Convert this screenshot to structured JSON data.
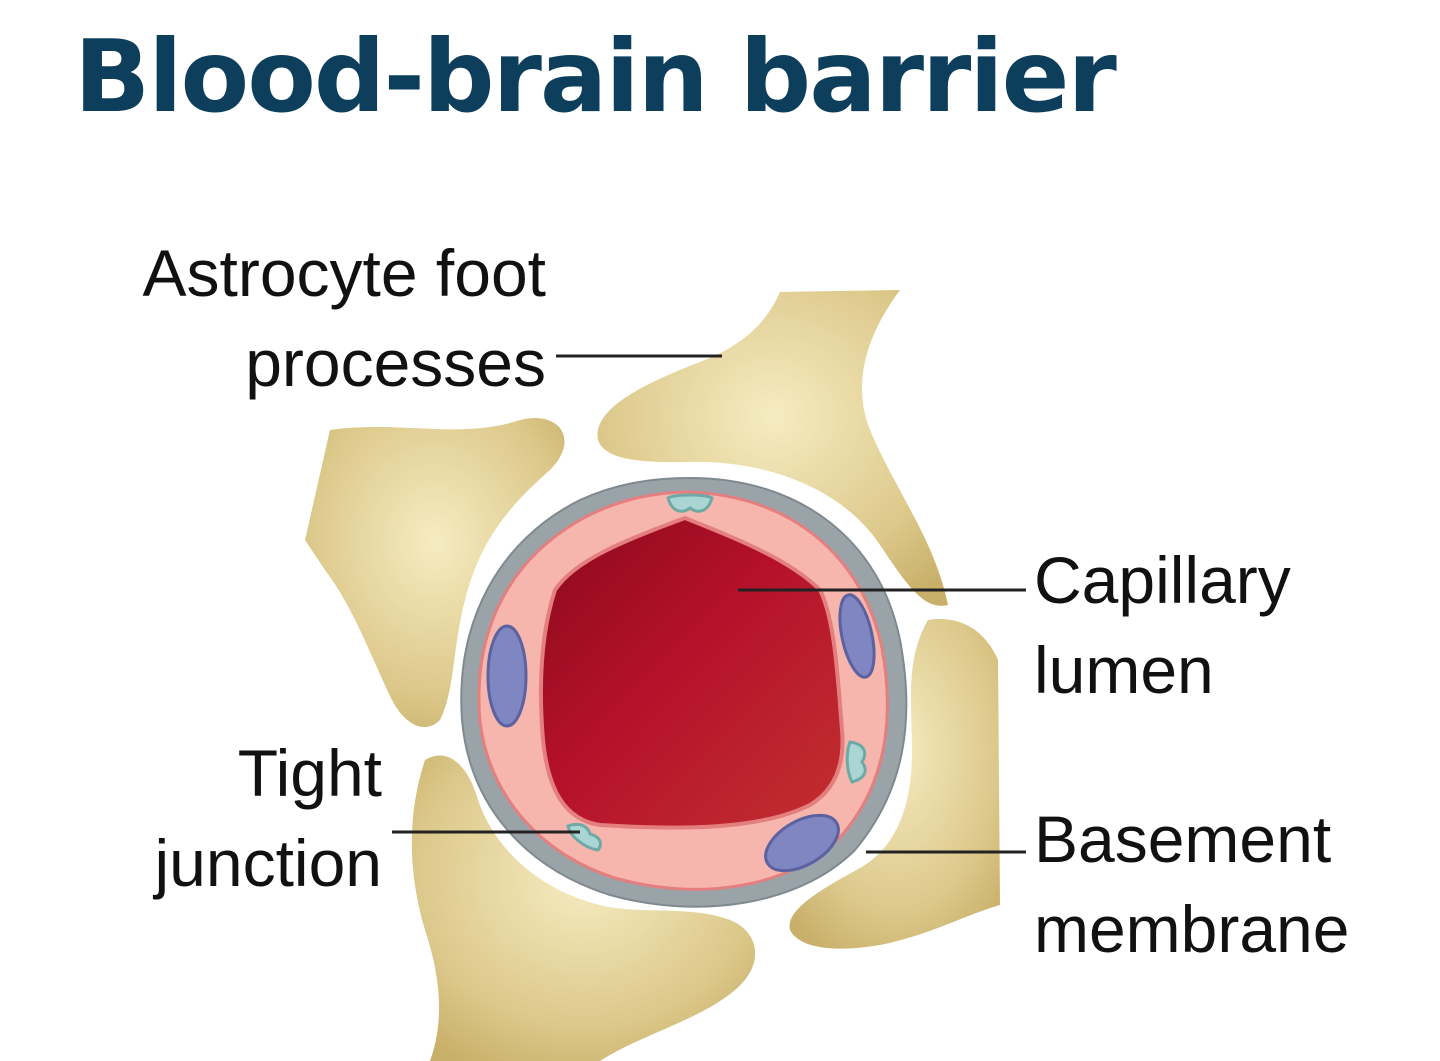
{
  "title": "Blood-brain barrier",
  "labels": {
    "astrocyte": [
      "Astrocyte foot",
      "processes"
    ],
    "capillary": [
      "Capillary",
      "lumen"
    ],
    "tight": [
      "Tight",
      "junction"
    ],
    "basement": [
      "Basement",
      "membrane"
    ]
  },
  "colors": {
    "title": "#0d3f5c",
    "astrocyte": "#dcc88a",
    "basement_membrane": "#9aa3a8",
    "endothelium": "#f7b6ad",
    "lumen": "#b01428",
    "nucleus": "#7f86c2",
    "tight_junction": "#a9d6d3"
  }
}
